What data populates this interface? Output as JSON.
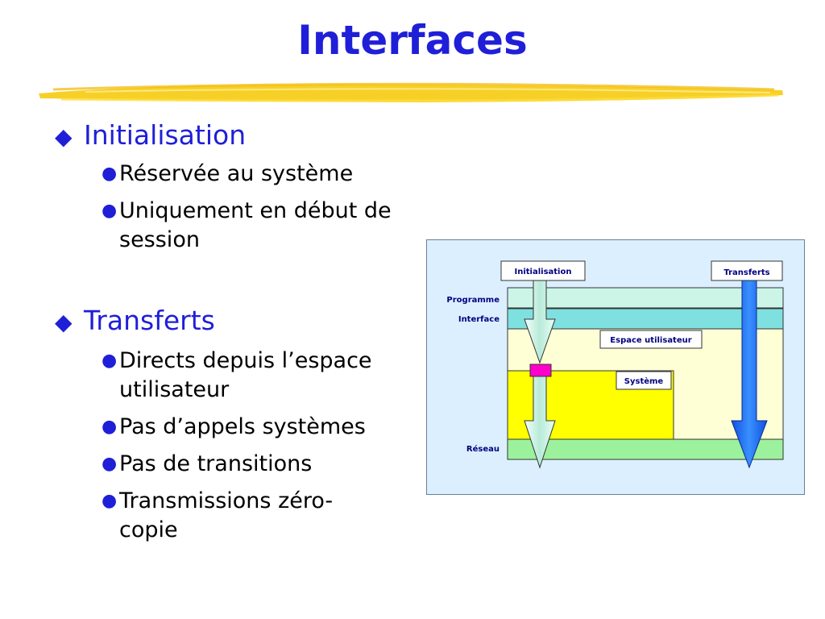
{
  "slide": {
    "title": "Interfaces",
    "sections": [
      {
        "heading": "Initialisation",
        "items": [
          "Réservée au système",
          "Uniquement en début de session"
        ]
      },
      {
        "heading": "Transferts",
        "items": [
          "Directs depuis l’espace utilisateur",
          "Pas d’appels systèmes",
          "Pas de transitions",
          "Transmissions zéro-copie"
        ]
      }
    ]
  },
  "diagram": {
    "layers": {
      "programme": "Programme",
      "interface": "Interface",
      "reseau": "Réseau"
    },
    "boxes": {
      "espace_utilisateur": "Espace utilisateur",
      "systeme": "Système"
    },
    "arrows": {
      "initialisation": "Initialisation",
      "transferts": "Transferts"
    }
  },
  "colors": {
    "title": "#1f1fd8",
    "underline": "#f5c800",
    "programme": "#ccf5e8",
    "interface": "#7fe0e0",
    "espace_utilisateur": "#ffffd6",
    "systeme": "#ffff00",
    "reseau": "#9cf29c",
    "arrow_transferts": "#1e6ff0",
    "arrow_initialisation": "#c8f0e4",
    "connector": "#ff00cc"
  },
  "icons": {
    "heading_bullet": "diamond-icon",
    "item_bullet": "dot-icon"
  }
}
